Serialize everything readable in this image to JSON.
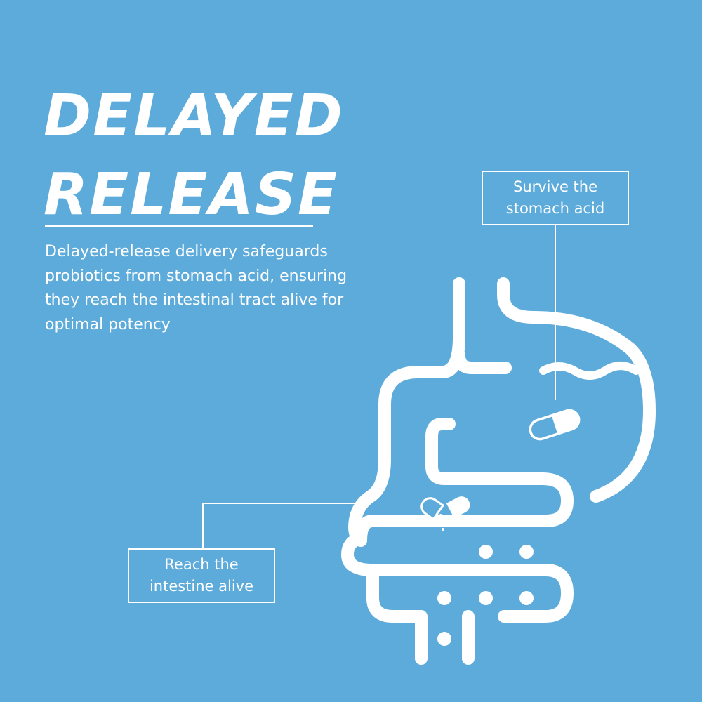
{
  "headline": {
    "line1": "DELAYED",
    "line2": "RELEASE"
  },
  "description": "Delayed-release delivery safeguards probiotics from stomach acid, ensuring they reach the intestinal tract alive for optimal potency",
  "callouts": {
    "stomach": "Survive the\nstomach acid",
    "intestine": "Reach the\nintestine alive"
  },
  "colors": {
    "background": "#5DABDA",
    "foreground": "#FFFFFF"
  },
  "icons": [
    "digestive-tract-icon",
    "capsule-icon",
    "open-capsule-icon"
  ]
}
